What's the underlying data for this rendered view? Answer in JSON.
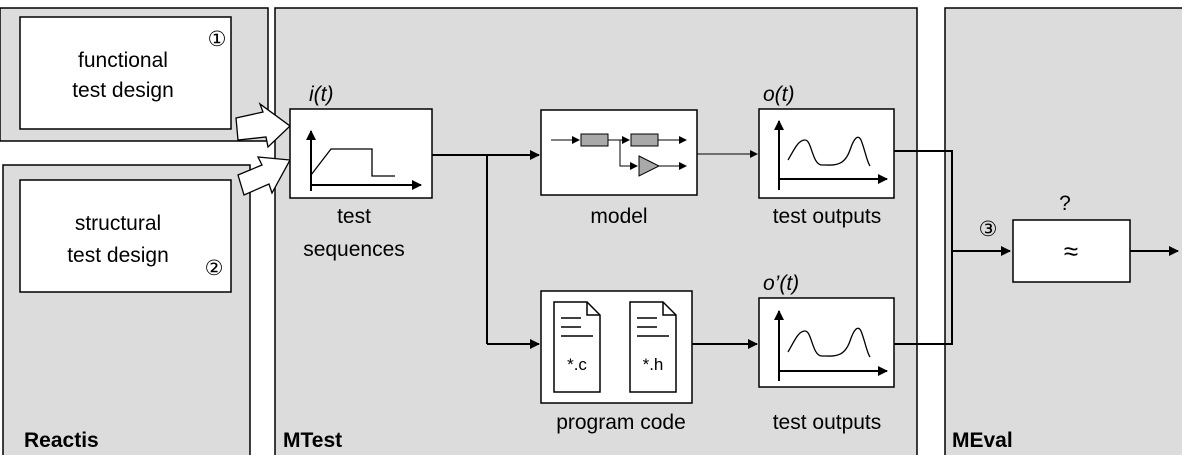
{
  "panels": {
    "reactis": "Reactis",
    "mtest": "MTest",
    "meval": "MEval"
  },
  "design": {
    "functional_line1": "functional",
    "functional_line2": "test design",
    "functional_number": "①",
    "structural_line1": "structural",
    "structural_line2": "test design",
    "structural_number": "②"
  },
  "signals": {
    "input": "i(t)",
    "output_model": "o(t)",
    "output_code": "o’(t)"
  },
  "labels": {
    "test_sequences_line1": "test",
    "test_sequences_line2": "sequences",
    "model": "model",
    "test_outputs_top": "test outputs",
    "program_code": "program code",
    "test_outputs_bottom": "test outputs"
  },
  "code_files": {
    "c_file": "*.c",
    "h_file": "*.h"
  },
  "evaluation": {
    "number": "③",
    "question": "?",
    "approx_symbol": "≈"
  }
}
